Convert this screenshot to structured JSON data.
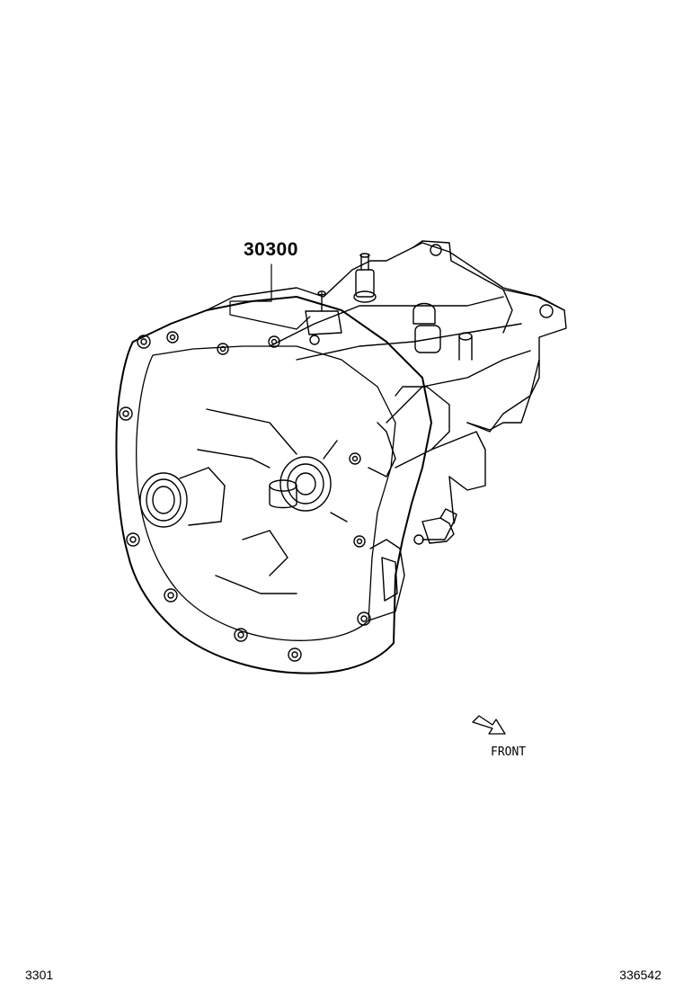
{
  "diagram": {
    "part_number": "30300",
    "direction_label": "FRONT",
    "figure_number": "3301",
    "illustration_number": "336542",
    "icons": {
      "component": "transaxle-assembly-icon",
      "direction": "front-direction-arrow-icon"
    },
    "colors": {
      "line": "#000000",
      "background": "#ffffff"
    }
  }
}
